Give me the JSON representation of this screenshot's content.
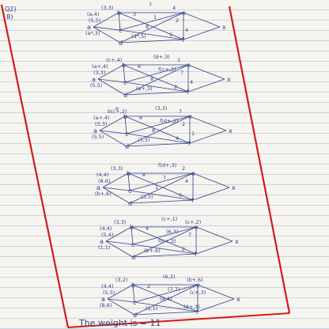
{
  "header": {
    "question_number": "Q2)",
    "part": "B)"
  },
  "colors": {
    "ink": "#2f3f86",
    "margin_line": "#d11c1c",
    "ruled_line": "#c9d3e6",
    "paper": "#f6f4ef"
  },
  "diagrams": [
    {
      "nodes": {
        "a": "a",
        "b": "b",
        "c": "c",
        "d": "d",
        "e": "e",
        "f": "f",
        "x": "x"
      },
      "notes": [
        "(a,4)",
        "(3,3)",
        "(5,5)",
        "(a*,3)",
        "(d*,5)",
        "7",
        "1",
        "8",
        "4",
        "2",
        "6",
        "3",
        "4"
      ]
    },
    {
      "nodes": {
        "a": "a",
        "b": "b",
        "c": "c",
        "d": "d",
        "e": "e",
        "f": "f",
        "x": "x"
      },
      "notes": [
        "(a+,4)",
        "(c+,4)",
        "(3,3)",
        "(5,5)",
        "(a+,3)",
        "(d+,3)",
        "f(c+,3)",
        "8",
        "1",
        "7",
        "2",
        "6",
        "4"
      ]
    },
    {
      "nodes": {
        "a": "a",
        "b": "b",
        "c": "c",
        "d": "d",
        "e": "e",
        "f": "f",
        "x": "x"
      },
      "notes": [
        "(a+,4)",
        "b(c+,2)",
        "(3,3)",
        "(5,5)",
        "(3,3)",
        "(3,3)",
        "f(d+,3)",
        "8",
        "7",
        "2",
        "4",
        "6",
        "1",
        "e"
      ]
    },
    {
      "nodes": {
        "a": "a",
        "b": "b",
        "c": "c",
        "d": "d",
        "e": "e",
        "f": "f",
        "x": "x"
      },
      "notes": [
        "(4,4)",
        "(3,3)",
        "(8,6)",
        "(b+,6)",
        "(3,3)",
        "f(d+,3)",
        "7",
        "1",
        "2",
        "4",
        "6",
        "e"
      ]
    },
    {
      "nodes": {
        "a": "a",
        "b": "b",
        "c": "c",
        "d": "d",
        "e": "e",
        "f": "f",
        "x": "x"
      },
      "notes": [
        "(4,4)",
        "(3,3)",
        "(5,4)",
        "(1,1)",
        "(b+,6)",
        "(c+,1)",
        "(6,3)",
        "f(c+,3)",
        "(c+,2)",
        "7",
        "2",
        "4"
      ]
    },
    {
      "nodes": {
        "a": "a",
        "b": "b",
        "c": "c",
        "d": "d",
        "e": "e",
        "f": "f",
        "x": "x"
      },
      "notes": [
        "(4,4)",
        "(3,2)",
        "(5,5)",
        "(8,6)",
        "(1,1)",
        "(6,2)",
        "(7,7)",
        "(4,4)",
        "(b+,6)",
        "(c+,3)",
        "(d+,3)",
        "2"
      ]
    }
  ],
  "footer": {
    "weight_text": "The weight is = 11"
  }
}
